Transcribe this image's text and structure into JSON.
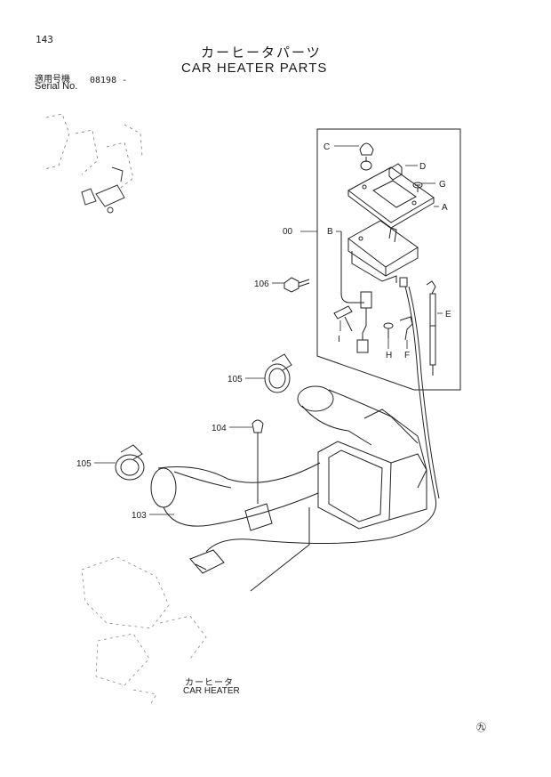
{
  "page_number": "143",
  "title": {
    "japanese": "カーヒータパーツ",
    "english": "CAR HEATER PARTS"
  },
  "serial": {
    "japanese_label": "適用号機",
    "english_label": "Serial No.",
    "value": "08198 -"
  },
  "callouts": {
    "C": "C",
    "D": "D",
    "G": "G",
    "A": "A",
    "B": "B",
    "E": "E",
    "I": "I",
    "H": "H",
    "F": "F",
    "p00": "00",
    "p106": "106",
    "p105a": "105",
    "p104": "104",
    "p105b": "105",
    "p103": "103"
  },
  "caption": {
    "japanese": "カーヒータ",
    "english": "CAR HEATER"
  },
  "footer_mark": "㊈"
}
